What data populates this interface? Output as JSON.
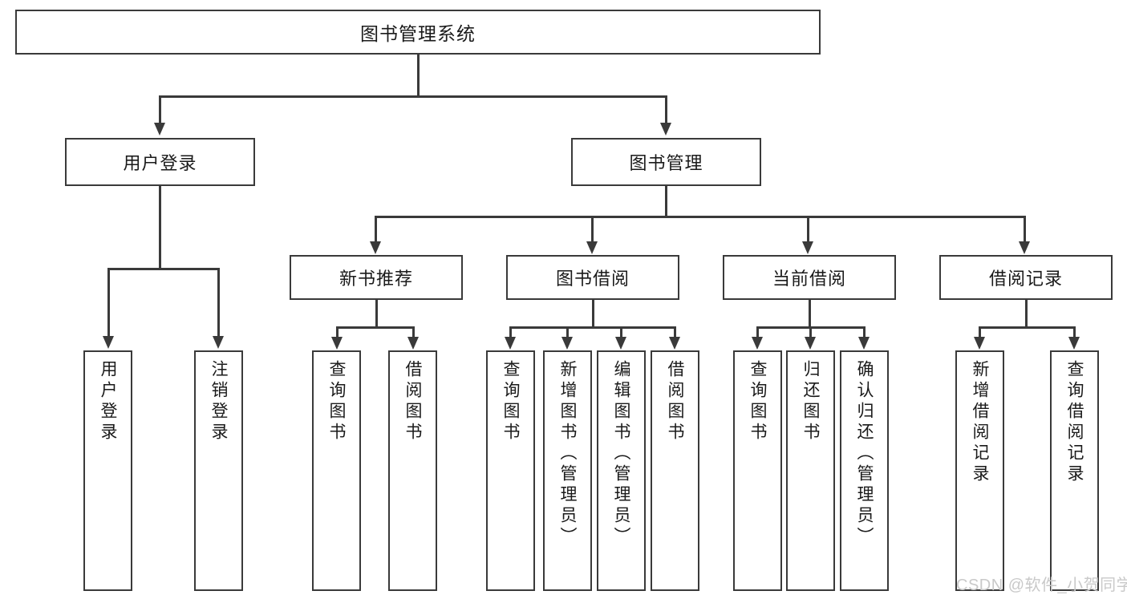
{
  "diagram": {
    "title": "图书管理系统",
    "type": "tree",
    "root": {
      "label": "图书管理系统"
    },
    "level1": [
      {
        "label": "用户登录"
      },
      {
        "label": "图书管理"
      }
    ],
    "level2": [
      {
        "label": "新书推荐"
      },
      {
        "label": "图书借阅"
      },
      {
        "label": "当前借阅"
      },
      {
        "label": "借阅记录"
      }
    ],
    "leaves": {
      "user_login": [
        {
          "label": "用户登录"
        },
        {
          "label": "注销登录"
        }
      ],
      "new_book_recommend": [
        {
          "label": "查询图书"
        },
        {
          "label": "借阅图书"
        }
      ],
      "book_borrow": [
        {
          "label": "查询图书"
        },
        {
          "label": "新增图书（管理员）"
        },
        {
          "label": "编辑图书（管理员）"
        },
        {
          "label": "借阅图书"
        }
      ],
      "current_borrow": [
        {
          "label": "查询图书"
        },
        {
          "label": "归还图书"
        },
        {
          "label": "确认归还（管理员）"
        }
      ],
      "borrow_record": [
        {
          "label": "新增借阅记录"
        },
        {
          "label": "查询借阅记录"
        }
      ]
    }
  },
  "watermark": {
    "text": "CSDN @软件_小贺同学"
  },
  "colors": {
    "stroke": "#3a3a3a",
    "background": "#ffffff",
    "text": "#1a1a1a",
    "watermark": "#c9c9c9"
  }
}
